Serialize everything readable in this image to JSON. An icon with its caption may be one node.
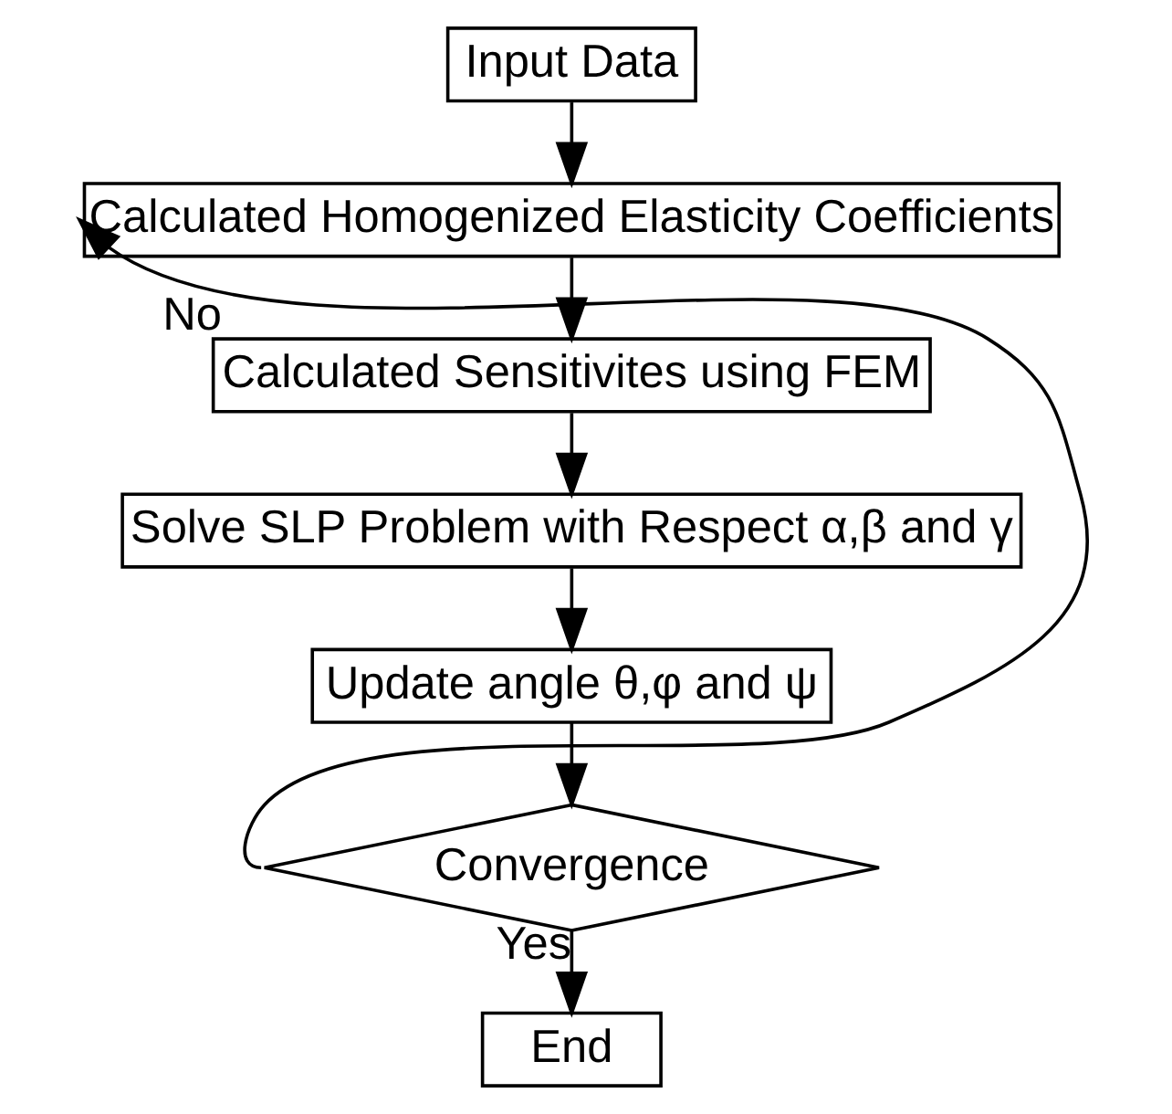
{
  "diagram": {
    "nodes": [
      {
        "text": [
          "Input Data"
        ]
      },
      {
        "text": [
          "Calculated Homogenized Elasticity Coefficients"
        ]
      },
      {
        "text": [
          "Calculated Sensitivites using FEM"
        ]
      },
      {
        "text": [
          "Solve SLP Problem with Respect α,β and γ"
        ]
      },
      {
        "text": [
          "Update angle θ,φ and ψ"
        ]
      },
      {
        "text": [
          "Convergence"
        ]
      },
      {
        "text": [
          "End"
        ]
      }
    ],
    "edges": [
      {
        "from": 0,
        "to": 1,
        "arrow": "to"
      },
      {
        "from": 1,
        "to": 2,
        "arrow": "to"
      },
      {
        "from": 2,
        "to": 3,
        "arrow": "to"
      },
      {
        "from": 3,
        "to": 4,
        "arrow": "to"
      },
      {
        "from": 4,
        "to": 5,
        "arrow": "to"
      },
      {
        "from": 5,
        "to": 1,
        "arrow": "to",
        "label": "No"
      },
      {
        "from": 5,
        "to": 6,
        "arrow": "to",
        "label": "Yes"
      }
    ]
  }
}
